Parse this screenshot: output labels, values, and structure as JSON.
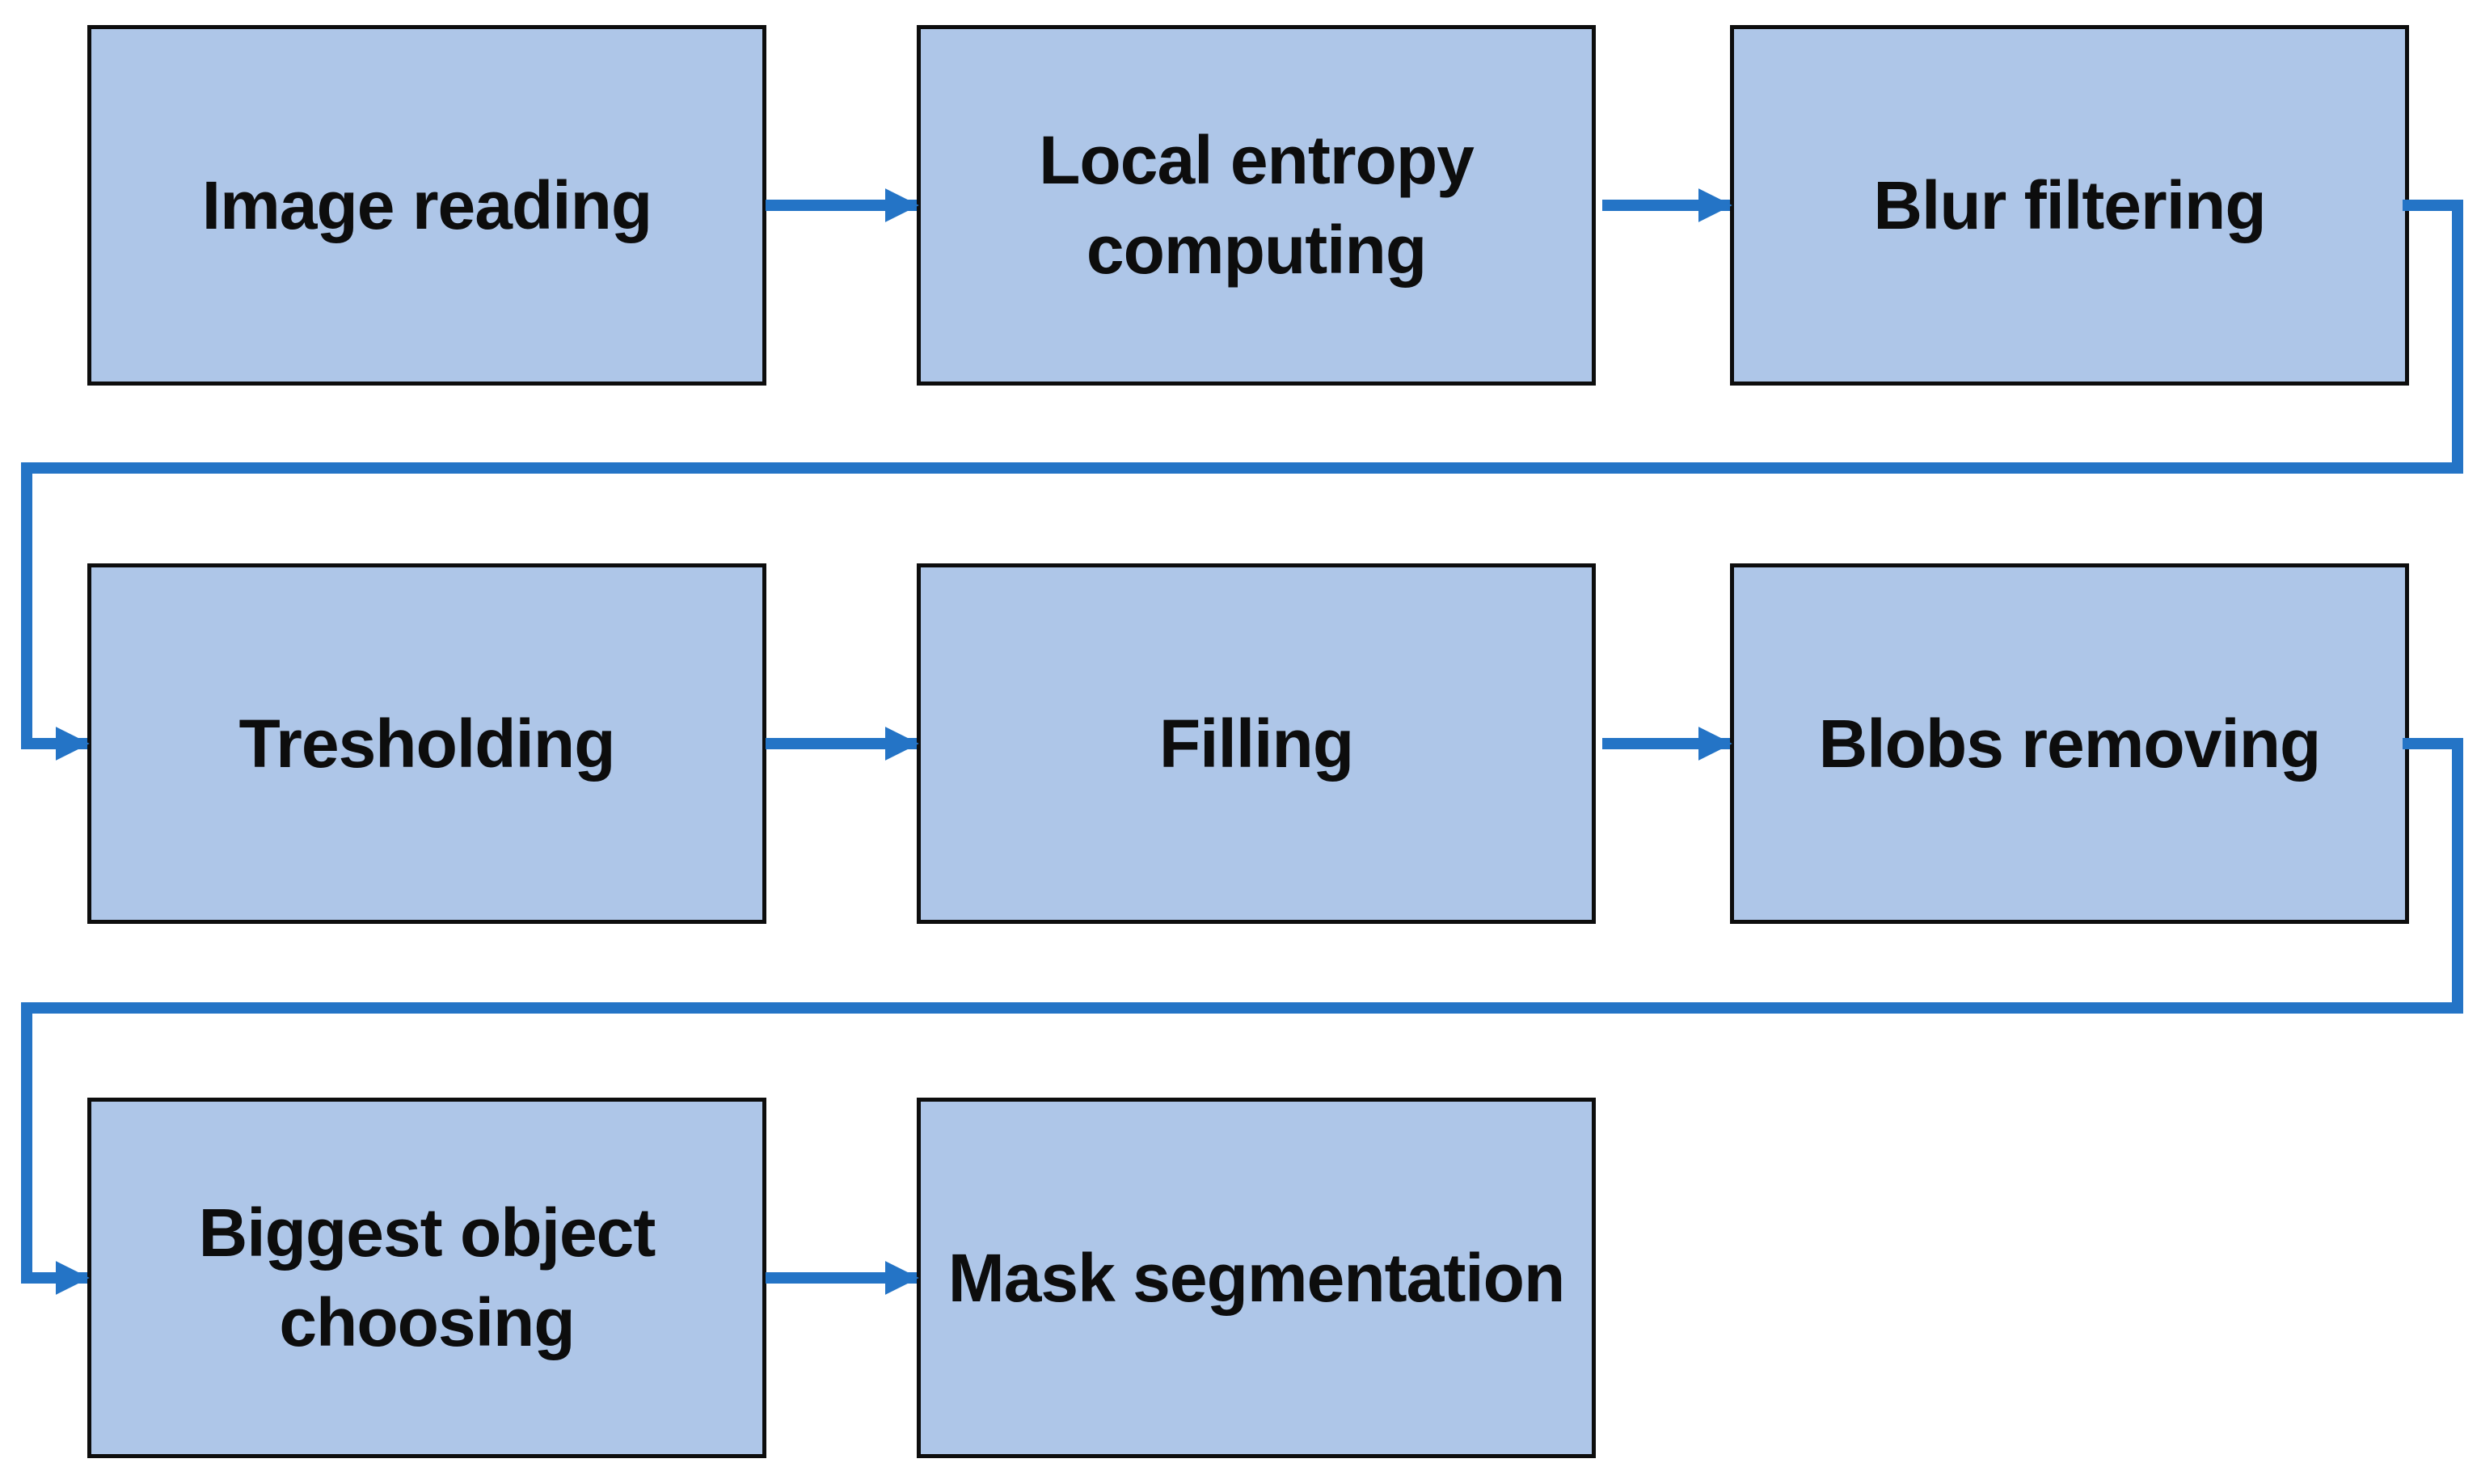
{
  "colors": {
    "background": "#ffffff",
    "node_fill": "#aec6e8",
    "node_border": "#0d0d0d",
    "connector": "#2474c6",
    "text": "#0d0d0d"
  },
  "nodes": [
    {
      "id": "image-reading",
      "label": "Image reading"
    },
    {
      "id": "local-entropy-computing",
      "label": "Local entropy computing"
    },
    {
      "id": "blur-filtering",
      "label": "Blur filtering"
    },
    {
      "id": "tresholding",
      "label": "Tresholding"
    },
    {
      "id": "filling",
      "label": "Filling"
    },
    {
      "id": "blobs-removing",
      "label": "Blobs removing"
    },
    {
      "id": "biggest-object-choosing",
      "label": "Biggest object choosing"
    },
    {
      "id": "mask-segmentation",
      "label": "Mask segmentation"
    }
  ],
  "edges": [
    {
      "from": "Image reading",
      "to": "Local entropy computing"
    },
    {
      "from": "Local entropy computing",
      "to": "Blur filtering"
    },
    {
      "from": "Blur filtering",
      "to": "Tresholding"
    },
    {
      "from": "Tresholding",
      "to": "Filling"
    },
    {
      "from": "Filling",
      "to": "Blobs removing"
    },
    {
      "from": "Blobs removing",
      "to": "Biggest object choosing"
    },
    {
      "from": "Biggest object choosing",
      "to": "Mask segmentation"
    }
  ]
}
